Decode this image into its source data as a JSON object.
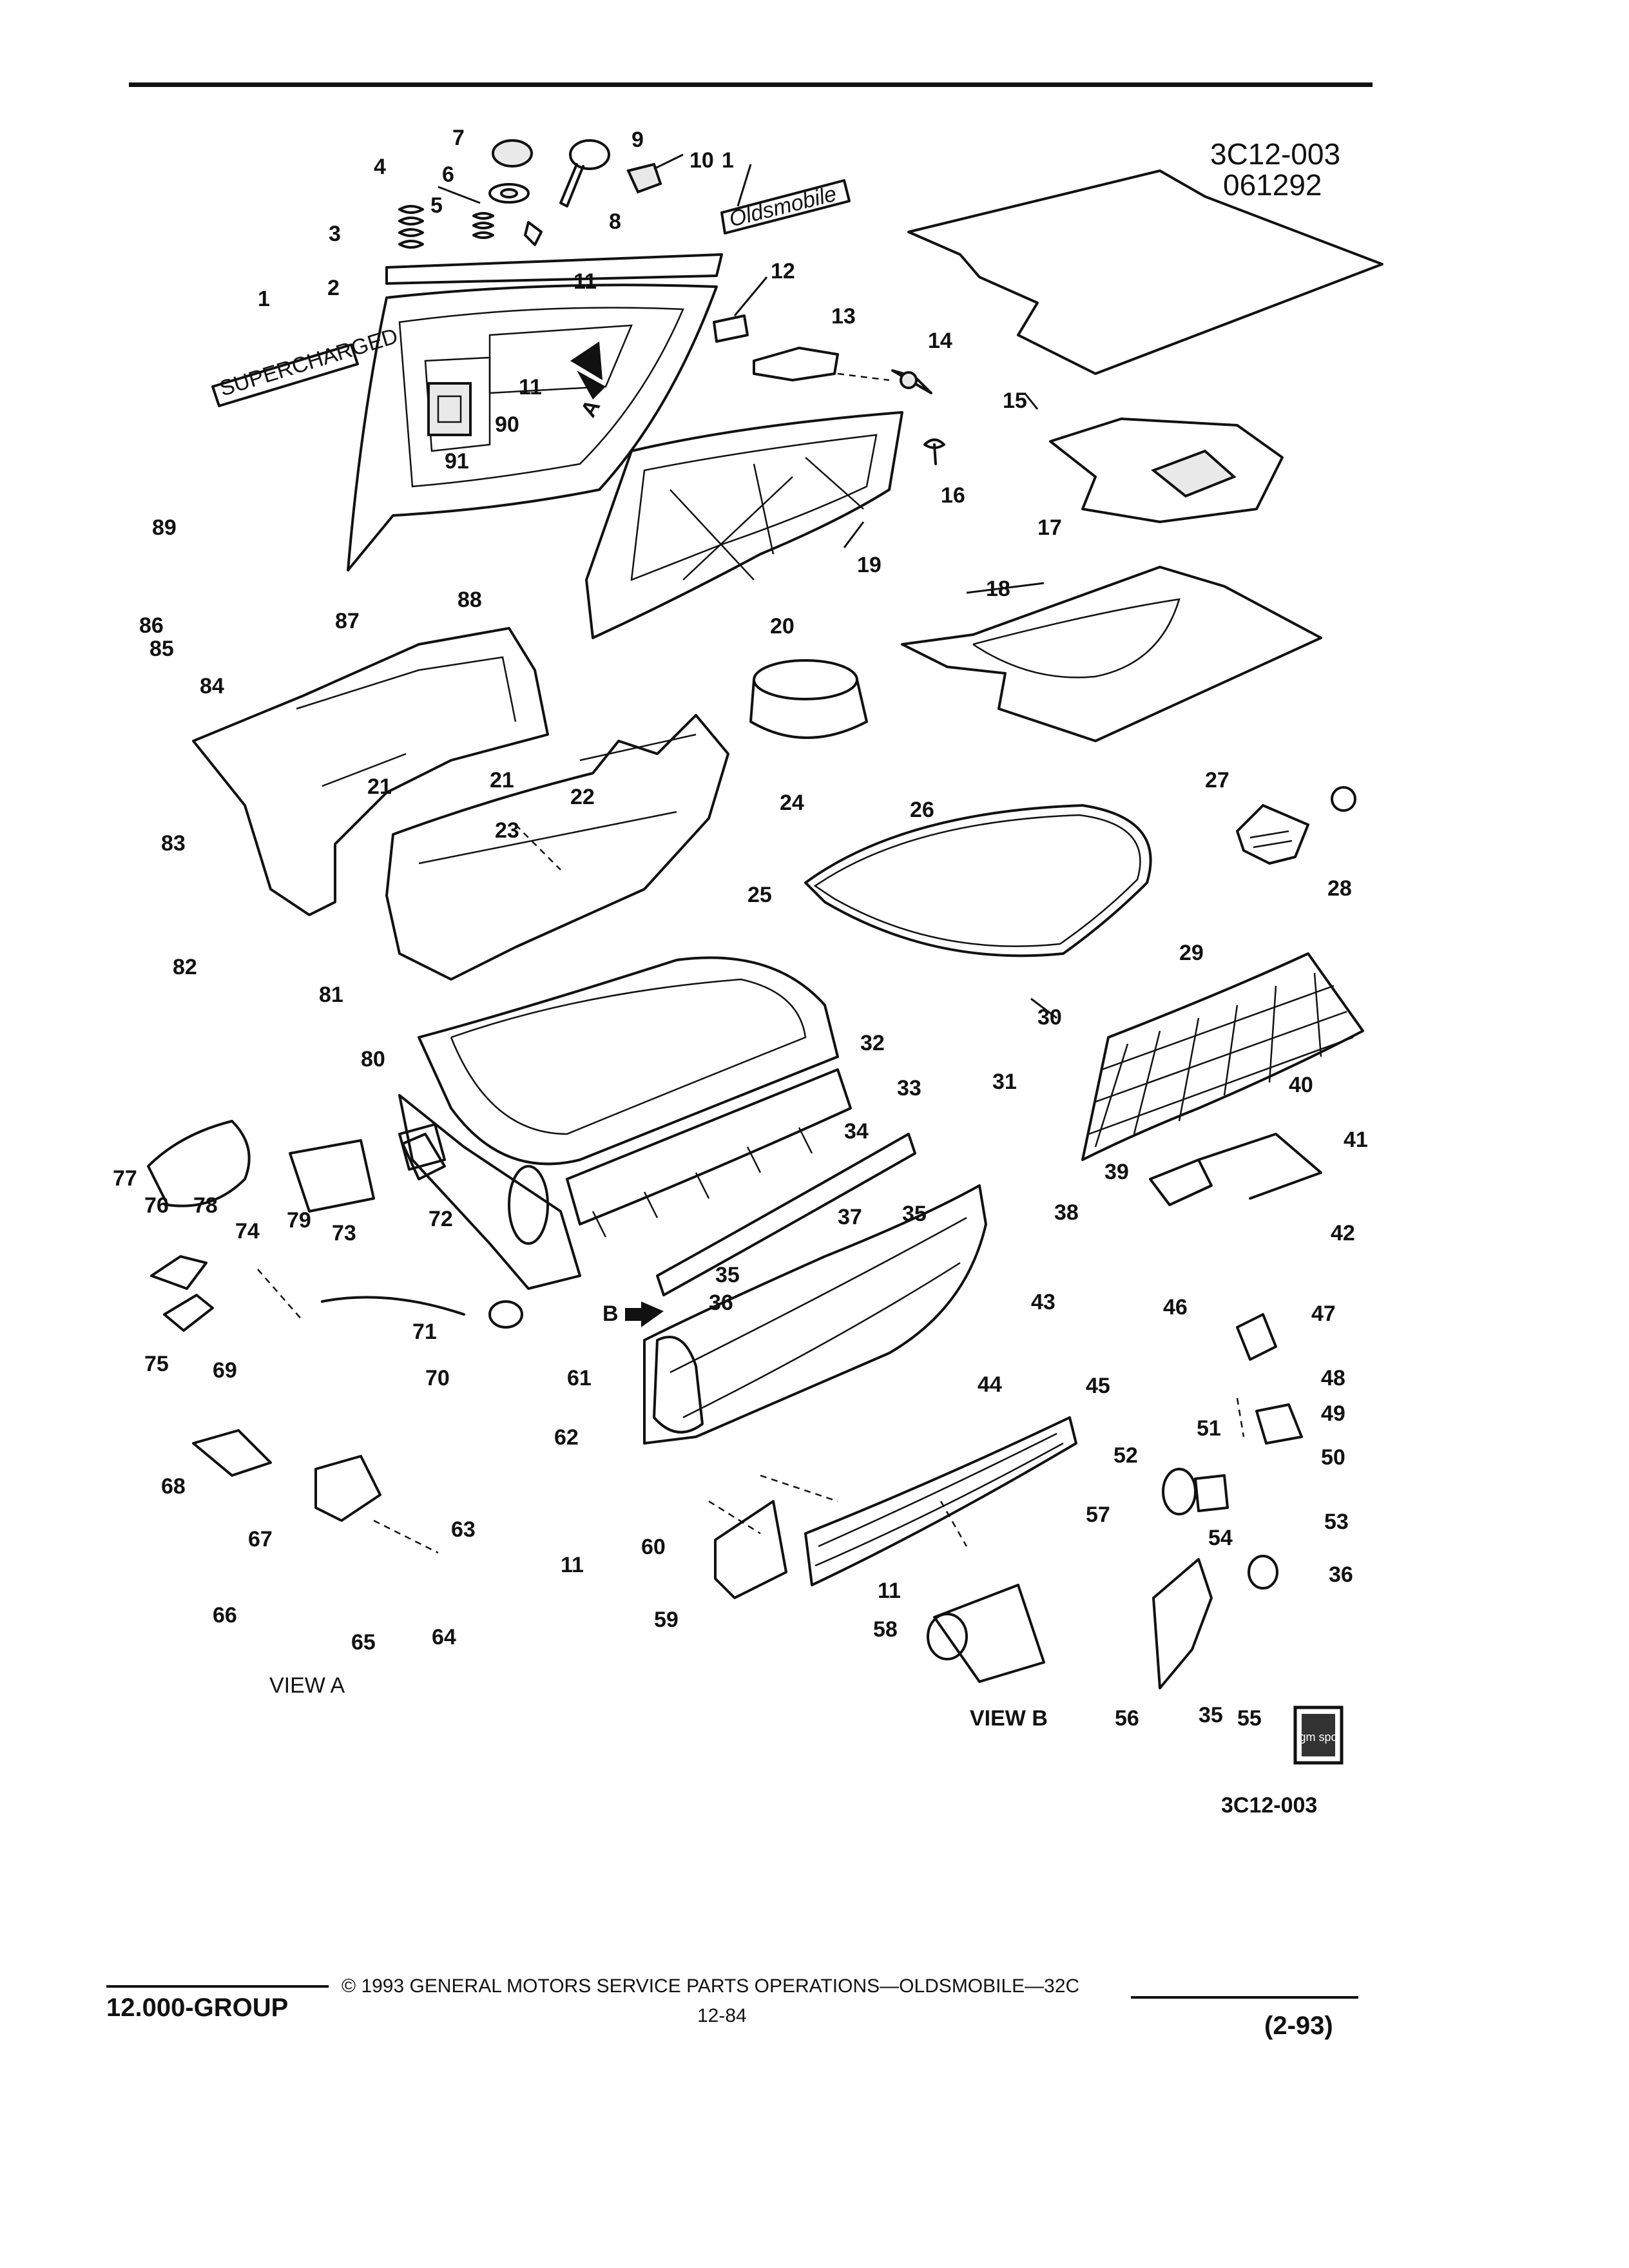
{
  "header": {
    "ref_code": "3C12-003",
    "date_code": "061292"
  },
  "diagram": {
    "view_a_label": "VIEW A",
    "view_b_label": "VIEW B",
    "arrow_a_label": "A",
    "arrow_b_label": "B",
    "emblem_1_text": "Oldsmobile",
    "emblem_2_text": "SUPERCHARGED",
    "bottom_code": "3C12-003",
    "gm_logo_text": "gm spo",
    "callouts": [
      "1",
      "2",
      "3",
      "4",
      "5",
      "6",
      "7",
      "8",
      "9",
      "10",
      "11",
      "12",
      "13",
      "14",
      "15",
      "16",
      "17",
      "18",
      "19",
      "20",
      "21",
      "22",
      "23",
      "24",
      "25",
      "26",
      "27",
      "28",
      "29",
      "30",
      "31",
      "32",
      "33",
      "34",
      "35",
      "36",
      "37",
      "38",
      "39",
      "40",
      "41",
      "42",
      "43",
      "44",
      "45",
      "46",
      "47",
      "48",
      "49",
      "50",
      "51",
      "52",
      "53",
      "54",
      "55",
      "56",
      "57",
      "58",
      "59",
      "60",
      "61",
      "62",
      "63",
      "64",
      "65",
      "66",
      "67",
      "68",
      "69",
      "70",
      "71",
      "72",
      "73",
      "74",
      "75",
      "76",
      "77",
      "78",
      "79",
      "80",
      "81",
      "82",
      "83",
      "84",
      "85",
      "86",
      "87",
      "88",
      "89",
      "90",
      "91"
    ]
  },
  "footer": {
    "group": "12.000-GROUP",
    "copyright": "© 1993 GENERAL MOTORS SERVICE PARTS OPERATIONS—OLDSMOBILE—32C",
    "page": "12-84",
    "revision": "(2-93)"
  }
}
